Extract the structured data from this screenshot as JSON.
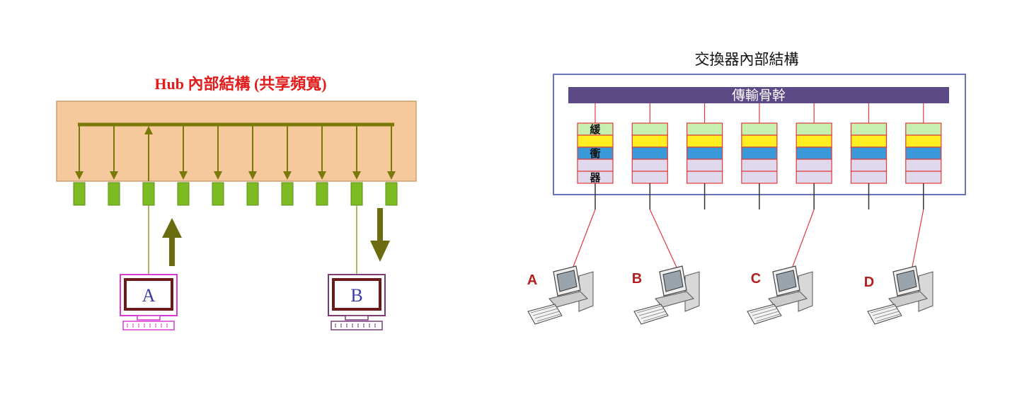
{
  "hub": {
    "title": "Hub 內部結構 (共享頻寬)",
    "port_count": 10,
    "terminals": [
      {
        "label": "A",
        "port": 3,
        "direction": "up"
      },
      {
        "label": "B",
        "port": 9,
        "direction": "down"
      }
    ],
    "colors": {
      "box": "#f5c99b",
      "line": "#7a7a0a",
      "port": "#7dbb22",
      "terminal": "#d63bd6"
    }
  },
  "switch": {
    "title": "交換器內部結構",
    "backbone_label": "傳輸骨幹",
    "buffer_label_chars": [
      "緩",
      "衝",
      "器"
    ],
    "buffer_count": 7,
    "computers": [
      {
        "label": "A",
        "buffer": 1
      },
      {
        "label": "B",
        "buffer": 2
      },
      {
        "label": "C",
        "buffer": 5
      },
      {
        "label": "D",
        "buffer": 7
      }
    ],
    "colors": {
      "frame": "#6a72b8",
      "backbone": "#5c4a86",
      "buffer_top": "#c7f0b0",
      "buffer_yellow": "#ffee22",
      "buffer_blue": "#3a9ad9",
      "buffer_pink": "#e0d8ec",
      "buffer_border": "#e03a3a",
      "link": "#e03a3a"
    }
  }
}
